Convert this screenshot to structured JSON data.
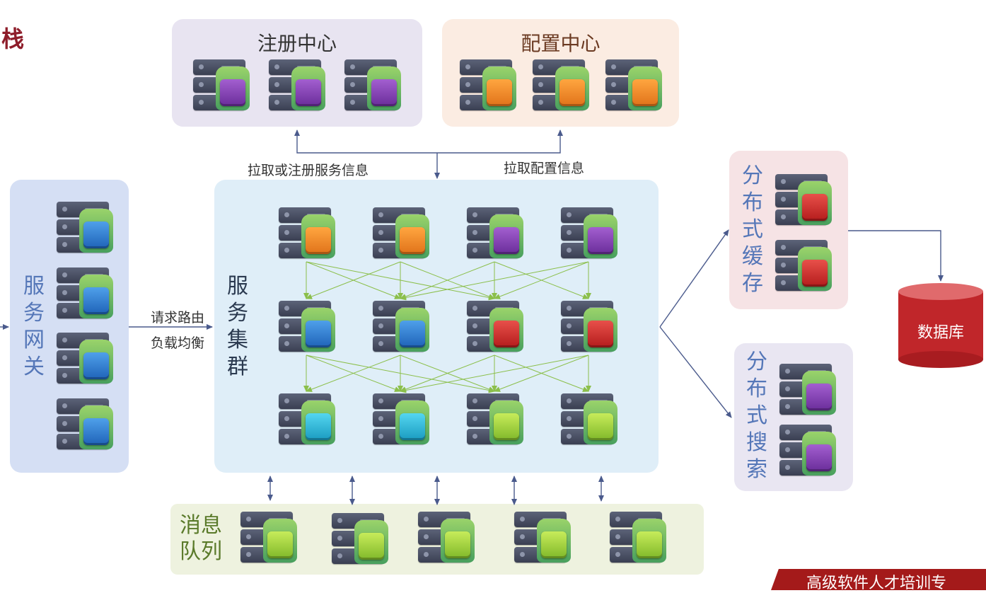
{
  "corner_char": "栈",
  "registry": {
    "title": "注册中心"
  },
  "config": {
    "title": "配置中心"
  },
  "gateway": {
    "title": "服务网关"
  },
  "cluster": {
    "title": "服务集群"
  },
  "mq": {
    "title": "消息队列"
  },
  "cache": {
    "title": "分布式缓存"
  },
  "search": {
    "title": "分布式搜索"
  },
  "database": {
    "label": "数据库"
  },
  "labels": {
    "pull_register": "拉取或注册服务信息",
    "pull_config": "拉取配置信息",
    "request_routing": "请求路由",
    "load_balance": "负载均衡"
  },
  "brand_text": "高级软件人才培训专",
  "colors": {
    "registry_bg": "#e8e4f1",
    "config_bg": "#fbece2",
    "gateway_bg": "#d5dff4",
    "cluster_bg": "#dfeef8",
    "mq_bg": "#eef2df",
    "cache_bg": "#f6e3e5",
    "search_bg": "#e9e6f2",
    "database_red": "#c0262a",
    "arrow_blue": "#4a5a8c",
    "arrow_green": "#8bbf4a",
    "title_blue": "#5577b8",
    "brand_red": "#a41a1a"
  }
}
